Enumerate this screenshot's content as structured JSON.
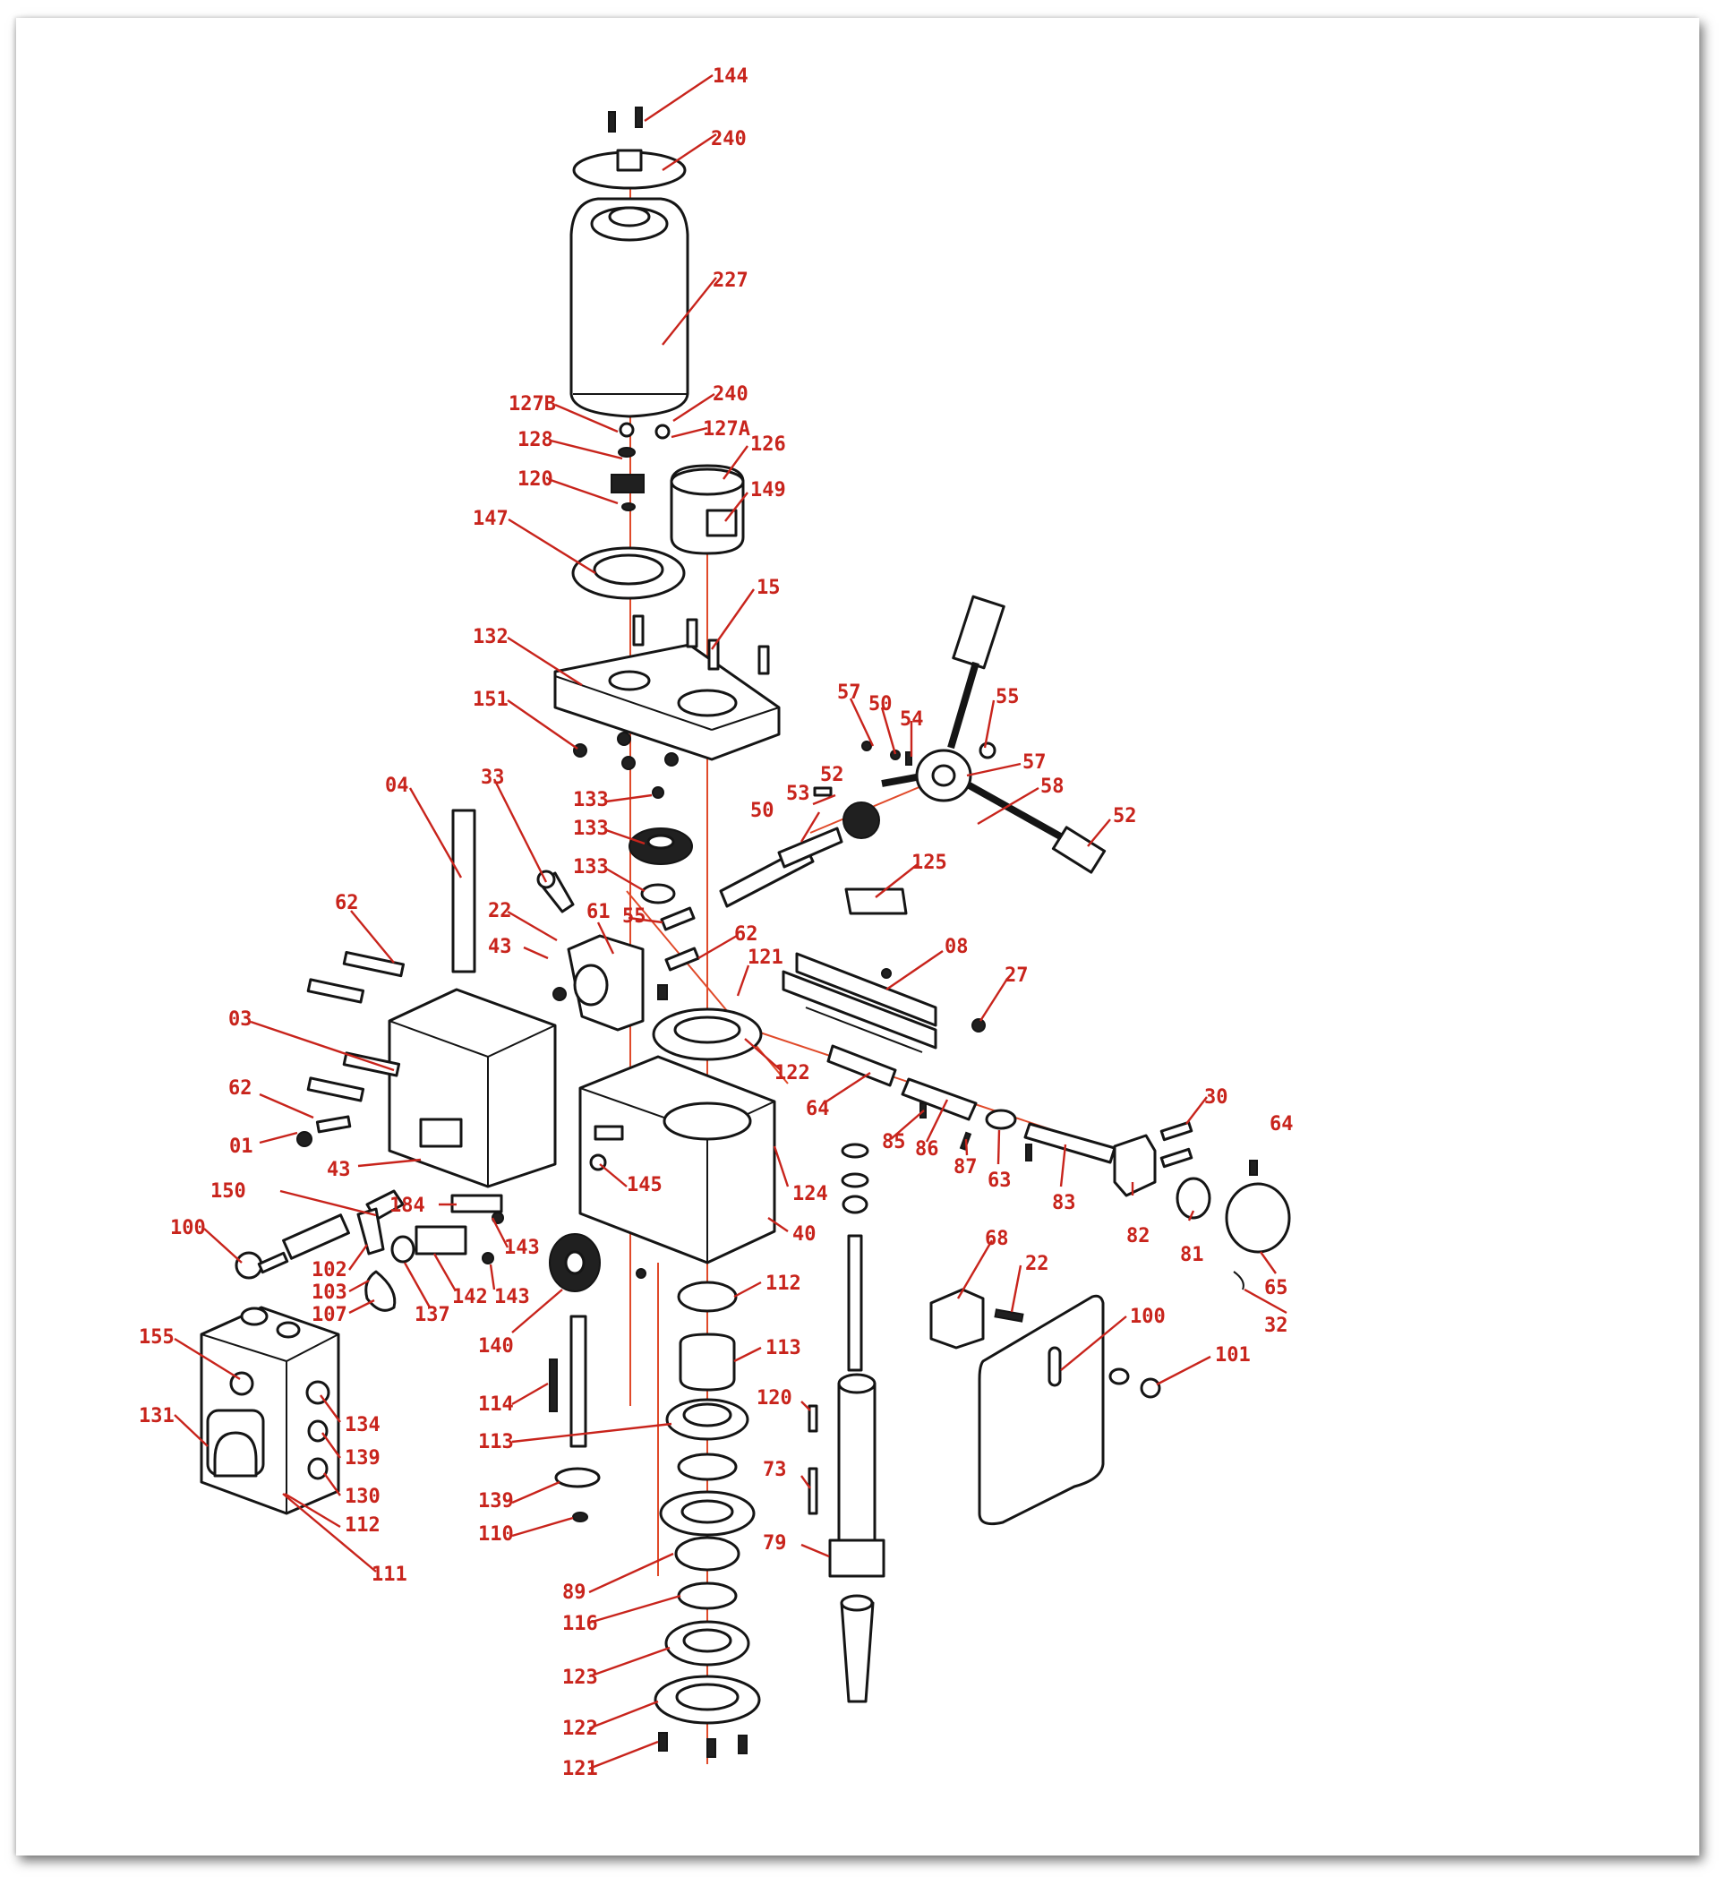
{
  "colors": {
    "callout": "#c8241c",
    "axis": "#e04a2a",
    "line": "#151515",
    "paper": "#ffffff"
  },
  "callouts": [
    {
      "id": "c01",
      "label": "144"
    },
    {
      "id": "c02",
      "label": "240"
    },
    {
      "id": "c03",
      "label": "227"
    },
    {
      "id": "c04",
      "label": "240"
    },
    {
      "id": "c05",
      "label": "127B"
    },
    {
      "id": "c06",
      "label": "127A"
    },
    {
      "id": "c07",
      "label": "128"
    },
    {
      "id": "c08",
      "label": "126"
    },
    {
      "id": "c09",
      "label": "120"
    },
    {
      "id": "c10",
      "label": "149"
    },
    {
      "id": "c11",
      "label": "147"
    },
    {
      "id": "c12",
      "label": "15"
    },
    {
      "id": "c13",
      "label": "132"
    },
    {
      "id": "c14",
      "label": "151"
    },
    {
      "id": "c15",
      "label": "57"
    },
    {
      "id": "c16",
      "label": "50"
    },
    {
      "id": "c17",
      "label": "54"
    },
    {
      "id": "c18",
      "label": "55"
    },
    {
      "id": "c19",
      "label": "57"
    },
    {
      "id": "c20",
      "label": "58"
    },
    {
      "id": "c21",
      "label": "52"
    },
    {
      "id": "c22",
      "label": "04"
    },
    {
      "id": "c23",
      "label": "33"
    },
    {
      "id": "c24",
      "label": "133"
    },
    {
      "id": "c25",
      "label": "133"
    },
    {
      "id": "c26",
      "label": "133"
    },
    {
      "id": "c27",
      "label": "53"
    },
    {
      "id": "c28",
      "label": "52"
    },
    {
      "id": "c29",
      "label": "50"
    },
    {
      "id": "c30",
      "label": "125"
    },
    {
      "id": "c31",
      "label": "62"
    },
    {
      "id": "c32",
      "label": "22"
    },
    {
      "id": "c33",
      "label": "61"
    },
    {
      "id": "c34",
      "label": "55"
    },
    {
      "id": "c35",
      "label": "43"
    },
    {
      "id": "c36",
      "label": "62"
    },
    {
      "id": "c37",
      "label": "121"
    },
    {
      "id": "c38",
      "label": "08"
    },
    {
      "id": "c39",
      "label": "27"
    },
    {
      "id": "c40",
      "label": "03"
    },
    {
      "id": "c41",
      "label": "122"
    },
    {
      "id": "c42",
      "label": "64"
    },
    {
      "id": "c43",
      "label": "62"
    },
    {
      "id": "c44",
      "label": "85"
    },
    {
      "id": "c45",
      "label": "86"
    },
    {
      "id": "c46",
      "label": "87"
    },
    {
      "id": "c47",
      "label": "63"
    },
    {
      "id": "c48",
      "label": "83"
    },
    {
      "id": "c49",
      "label": "30"
    },
    {
      "id": "c50",
      "label": "64"
    },
    {
      "id": "c51",
      "label": "01"
    },
    {
      "id": "c52",
      "label": "43"
    },
    {
      "id": "c53",
      "label": "145"
    },
    {
      "id": "c54",
      "label": "124"
    },
    {
      "id": "c55",
      "label": "150"
    },
    {
      "id": "c56",
      "label": "184"
    },
    {
      "id": "c57",
      "label": "40"
    },
    {
      "id": "c58",
      "label": "82"
    },
    {
      "id": "c59",
      "label": "81"
    },
    {
      "id": "c60",
      "label": "65"
    },
    {
      "id": "c61",
      "label": "100"
    },
    {
      "id": "c62",
      "label": "143"
    },
    {
      "id": "c63",
      "label": "68"
    },
    {
      "id": "c64",
      "label": "102"
    },
    {
      "id": "c65",
      "label": "103"
    },
    {
      "id": "c66",
      "label": "107"
    },
    {
      "id": "c67",
      "label": "137"
    },
    {
      "id": "c68",
      "label": "142"
    },
    {
      "id": "c69",
      "label": "143"
    },
    {
      "id": "c70",
      "label": "112"
    },
    {
      "id": "c71",
      "label": "22"
    },
    {
      "id": "c72",
      "label": "32"
    },
    {
      "id": "c73",
      "label": "140"
    },
    {
      "id": "c74",
      "label": "100"
    },
    {
      "id": "c75",
      "label": "113"
    },
    {
      "id": "c76",
      "label": "155"
    },
    {
      "id": "c77",
      "label": "101"
    },
    {
      "id": "c78",
      "label": "114"
    },
    {
      "id": "c79",
      "label": "134"
    },
    {
      "id": "c80",
      "label": "120"
    },
    {
      "id": "c81",
      "label": "131"
    },
    {
      "id": "c82",
      "label": "113"
    },
    {
      "id": "c83",
      "label": "139"
    },
    {
      "id": "c84",
      "label": "73"
    },
    {
      "id": "c85",
      "label": "130"
    },
    {
      "id": "c86",
      "label": "139"
    },
    {
      "id": "c87",
      "label": "112"
    },
    {
      "id": "c88",
      "label": "110"
    },
    {
      "id": "c89",
      "label": "79"
    },
    {
      "id": "c90",
      "label": "111"
    },
    {
      "id": "c91",
      "label": "89"
    },
    {
      "id": "c92",
      "label": "116"
    },
    {
      "id": "c93",
      "label": "123"
    },
    {
      "id": "c94",
      "label": "122"
    },
    {
      "id": "c95",
      "label": "121"
    }
  ]
}
